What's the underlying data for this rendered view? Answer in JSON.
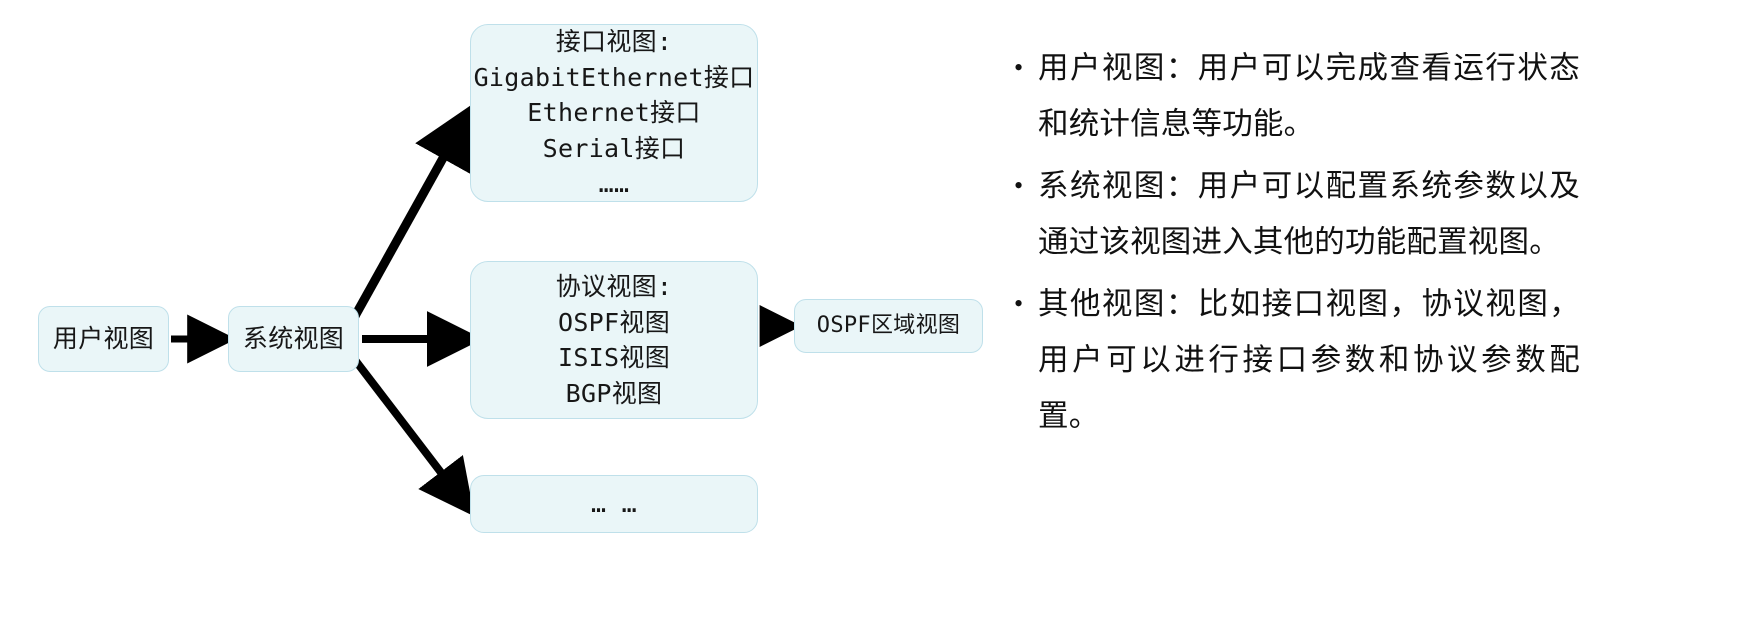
{
  "diagram": {
    "nodes": {
      "user_view": {
        "lines": [
          "用户视图"
        ]
      },
      "system_view": {
        "lines": [
          "系统视图"
        ]
      },
      "interface_view": {
        "lines": [
          "接口视图:",
          "GigabitEthernet接口",
          "Ethernet接口",
          "Serial接口",
          "……"
        ]
      },
      "protocol_view": {
        "lines": [
          "协议视图:",
          "OSPF视图",
          "ISIS视图",
          "BGP视图"
        ]
      },
      "other_view": {
        "lines": [
          "… …"
        ]
      },
      "ospf_area_view": {
        "lines": [
          "OSPF区域视图"
        ]
      }
    },
    "colors": {
      "node_fill": "#eaf6f8",
      "node_border": "#bfe0ea",
      "arrow": "#000000",
      "text": "#171717"
    }
  },
  "bullets": {
    "marker": "•",
    "items": [
      {
        "text": "用户视图：用户可以完成查看运行状态和统计信息等功能。"
      },
      {
        "text": "系统视图：用户可以配置系统参数以及通过该视图进入其他的功能配置视图。"
      },
      {
        "text": "其他视图：比如接口视图，协议视图，用户可以进行接口参数和协议参数配置。"
      }
    ]
  }
}
